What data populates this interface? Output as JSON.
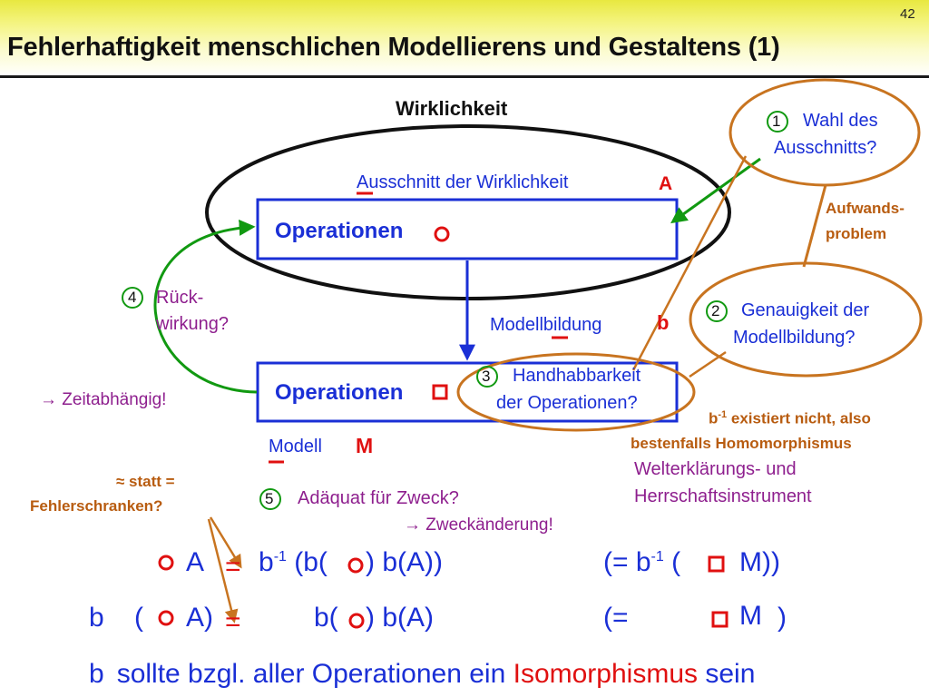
{
  "slide": {
    "page_number": "42",
    "title": "Fehlerhaftigkeit menschlichen Modellierens und Gestaltens (1)"
  },
  "diagram": {
    "reality_label": "Wirklichkeit",
    "excerpt_label": "Ausschnitt der Wirklichkeit",
    "excerpt_symbol": "A",
    "operations_top": "Operationen",
    "operations_bottom": "Operationen",
    "modelling_label": "Modellbildung",
    "modelling_symbol": "b",
    "model_label": "Modell",
    "model_symbol": "M",
    "feedback": {
      "number": "4",
      "line1": "Rück-",
      "line2": "wirkung?"
    },
    "time_dependent": "Zeitabhängig!",
    "selection": {
      "number": "1",
      "line1": "Wahl des",
      "line2": "Ausschnitts?"
    },
    "effort_problem": {
      "line1": "Aufwands-",
      "line2": "problem"
    },
    "accuracy": {
      "number": "2",
      "line1": "Genauigkeit der",
      "line2": "Modellbildung?"
    },
    "handling": {
      "number": "3",
      "line1": "Handhabbarkeit",
      "line2": "der Operationen?"
    },
    "inverse_note": {
      "line1_prefix": "b",
      "line1_sup": "-1",
      "line1_rest": " existiert nicht, also",
      "line2": "bestenfalls Homomorphismus"
    },
    "world_explanation": {
      "line1": "Welterklärungs- und",
      "line2": "Herrschaftsinstrument"
    },
    "error_bounds": {
      "line1": "≈  statt  =",
      "line2": "Fehlerschranken?"
    },
    "adequate": {
      "number": "5",
      "text": "Adäquat für Zweck?"
    },
    "purpose_change": "Zweckänderung!"
  },
  "formulas": {
    "row1": {
      "a": "A",
      "eq": "=",
      "b_inv": "b",
      "sup": "-1",
      "paren_b": " (b(",
      "close": ") b(A))",
      "alt_open": "(=  b",
      "alt_sup": "-1",
      "alt_paren": " (",
      "alt_m": "M))"
    },
    "row2": {
      "b": "b",
      "open": "(",
      "a": "A)",
      "eq": "=",
      "b_paren": "b(",
      "close": ") b(A)",
      "alt_open": "(=",
      "alt_m": "M",
      "alt_close": ")"
    },
    "conclusion": {
      "b": "b",
      "text1": "sollte bzgl. aller Operationen ein ",
      "iso": "Isomorphismus",
      "text2": " sein"
    }
  },
  "colors": {
    "title": "#111111",
    "blue": "#1a2fd6",
    "red": "#e01010",
    "green": "#119911",
    "orange": "#c87420",
    "purple": "#8e1f8e",
    "brown": "#b85c10"
  }
}
